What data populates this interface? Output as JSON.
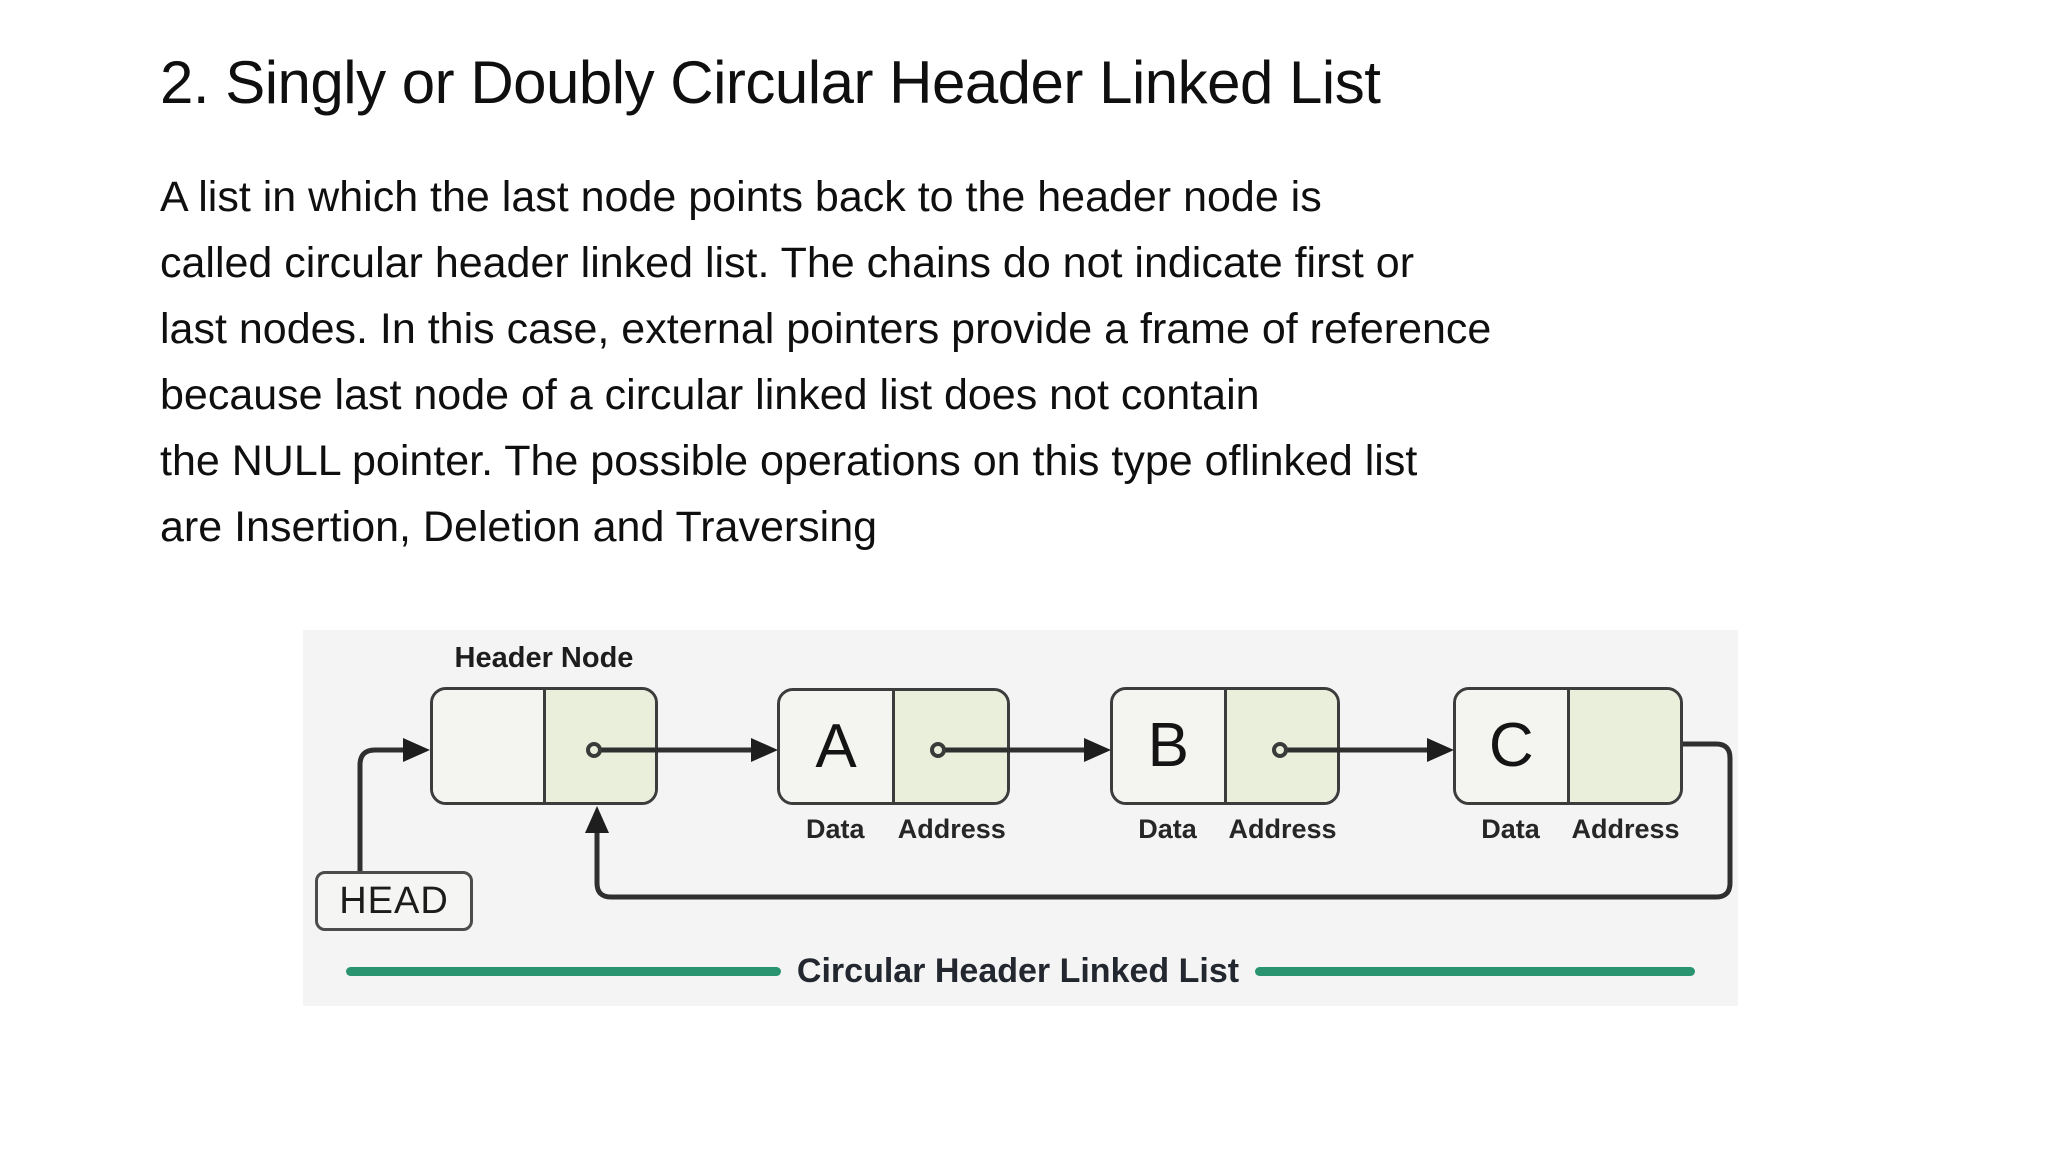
{
  "slide": {
    "title": "2. Singly or Doubly Circular Header Linked List",
    "body": "A list in which the last node points back to the header node is\ncalled circular header linked list. The chains do not indicate first or\nlast nodes. In this case, external pointers provide a frame of reference\nbecause last node of a circular linked list does not contain\nthe NULL pointer. The possible operations on this type oflinked list\nare Insertion, Deletion and Traversing"
  },
  "diagram": {
    "header_node_label": "Header Node",
    "head_label": "HEAD",
    "caption": "Circular Header Linked List",
    "nodes": [
      {
        "letter": "A",
        "data_label": "Data",
        "address_label": "Address"
      },
      {
        "letter": "B",
        "data_label": "Data",
        "address_label": "Address"
      },
      {
        "letter": "C",
        "data_label": "Data",
        "address_label": "Address"
      }
    ],
    "colors": {
      "panel_background": "#f3f4f3",
      "node_border": "#3c3c3c",
      "data_cell_fill": "#f4f4f1",
      "address_cell_fill": "#e9efdb",
      "connector_line": "#2f2f2f",
      "caption_line_green": "#2a9471",
      "caption_text": "#23272f"
    }
  }
}
